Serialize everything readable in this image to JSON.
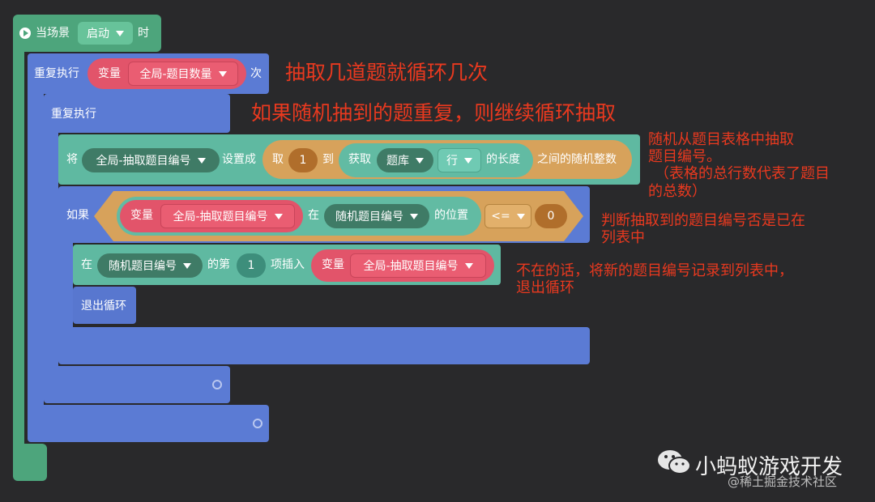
{
  "event_block": {
    "prefix": "当场景",
    "scene": "启动",
    "suffix": "时"
  },
  "outer_loop": {
    "label": "重复执行",
    "var_tag": "变量",
    "var_name": "全局-题目数量",
    "times": "次"
  },
  "inner_loop": {
    "label": "重复执行"
  },
  "set_block": {
    "prefix": "将",
    "var_name": "全局-抽取题目编号",
    "set_to": "设置成",
    "random_prefix": "取",
    "random_from": "1",
    "random_to_word": "到",
    "get_prefix": "获取",
    "table": "题库",
    "dimension": "行",
    "length": "的长度",
    "random_suffix": "之间的随机整数"
  },
  "if_block": {
    "label": "如果",
    "var_tag": "变量",
    "var_name": "全局-抽取题目编号",
    "in_word": "在",
    "list_name": "随机题目编号",
    "position": "的位置",
    "operator": "<=",
    "compare_value": "0"
  },
  "insert_block": {
    "in_word": "在",
    "list_name": "随机题目编号",
    "nth": "的第",
    "index": "1",
    "insert": "项插入",
    "var_tag": "变量",
    "var_name": "全局-抽取题目编号"
  },
  "break_block": {
    "label": "退出循环"
  },
  "annotations": {
    "a1": "抽取几道题就循环几次",
    "a2": "如果随机抽到的题重复，则继续循环抽取",
    "a3": [
      "随机从题目表格中抽取",
      "题目编号。",
      "（表格的总行数代表了题目",
      "的总数）"
    ],
    "a4": [
      "判断抽取到的题目编号否是已在",
      "列表中"
    ],
    "a5": [
      "不在的话，将新的题目编号记录到列表中，",
      "退出循环"
    ]
  },
  "watermark": {
    "brand": "小蚂蚁游戏开发",
    "site": "@稀土掘金技术社区"
  },
  "colors": {
    "background": "#29292b",
    "event": "#4da57c",
    "loop": "#5b7bd4",
    "annotation": "#e9391f"
  }
}
